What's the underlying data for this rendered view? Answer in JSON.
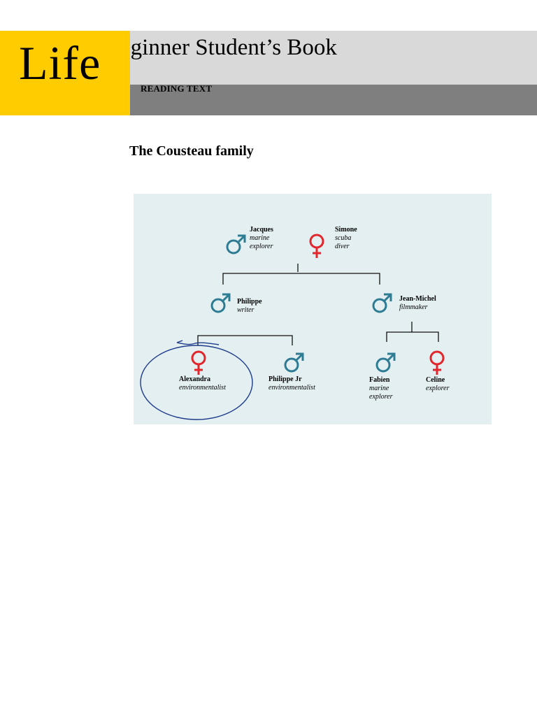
{
  "header": {
    "logo_text": "Life",
    "book_title": "Beginner Student’s Book",
    "section_label": "READING TEXT",
    "colors": {
      "logo_bg": "#ffcc00",
      "band_light": "#d9d9d9",
      "band_dark": "#7f7f7f"
    }
  },
  "document": {
    "heading": "The Cousteau family"
  },
  "family_tree": {
    "colors": {
      "male": "#2e7c93",
      "female": "#e2262b",
      "background": "#e3eff1",
      "annotation": "#1f3c8c"
    },
    "members": [
      {
        "id": "jacques",
        "name": "Jacques",
        "role_lines": [
          "marine",
          "explorer"
        ],
        "symbol": "male-symbol-icon"
      },
      {
        "id": "simone",
        "name": "Simone",
        "role_lines": [
          "scuba",
          "diver"
        ],
        "symbol": "female-symbol-icon"
      },
      {
        "id": "philippe",
        "name": "Philippe",
        "role_lines": [
          "writer"
        ],
        "symbol": "male-symbol-icon"
      },
      {
        "id": "jean-michel",
        "name": "Jean-Michel",
        "role_lines": [
          "filmmaker"
        ],
        "symbol": "male-symbol-icon"
      },
      {
        "id": "alexandra",
        "name": "Alexandra",
        "role_lines": [
          "environmentalist"
        ],
        "symbol": "female-symbol-icon",
        "circled": true
      },
      {
        "id": "philippe-jr",
        "name": "Philippe Jr",
        "role_lines": [
          "environmentalist"
        ],
        "symbol": "male-symbol-icon"
      },
      {
        "id": "fabien",
        "name": "Fabien",
        "role_lines": [
          "marine",
          "explorer"
        ],
        "symbol": "male-symbol-icon"
      },
      {
        "id": "celine",
        "name": "Celine",
        "role_lines": [
          "explorer"
        ],
        "symbol": "female-symbol-icon"
      }
    ]
  }
}
